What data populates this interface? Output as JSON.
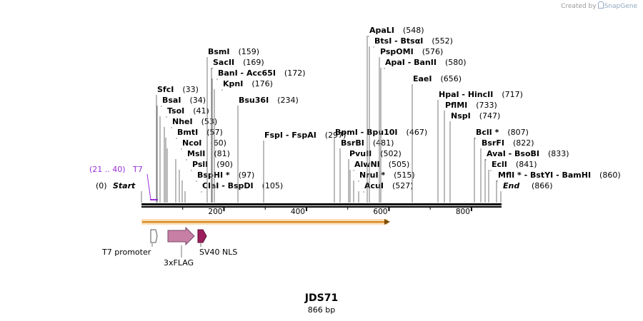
{
  "credit": {
    "prefix": "Created by",
    "brand": "SnapGene"
  },
  "plasmid": {
    "name": "JDS71",
    "size_label": "866 bp",
    "length": 866
  },
  "colors": {
    "label": "#000000",
    "primer": "#9a2fd6",
    "orf": "#f0a030",
    "arrow": "#7a4a00",
    "t7_promoter": "#ffffff",
    "flag": "#c77fa6",
    "sv40": "#9c1e5c"
  },
  "ruler": {
    "ticks": [
      "200",
      "400",
      "600",
      "800"
    ]
  },
  "sites": [
    {
      "name": "Start",
      "pos": "(0)",
      "italic": true
    },
    {
      "name": "SfcI",
      "pos": "(33)"
    },
    {
      "name": "BsaI",
      "pos": "(34)"
    },
    {
      "name": "TsoI",
      "pos": "(41)"
    },
    {
      "name": "NheI",
      "pos": "(53)"
    },
    {
      "name": "BmtI",
      "pos": "(57)"
    },
    {
      "name": "NcoI",
      "pos": "(60)"
    },
    {
      "name": "MslI",
      "pos": "(81)"
    },
    {
      "name": "PslI",
      "pos": "(90)"
    },
    {
      "name": "BspHI *",
      "pos": "(97)"
    },
    {
      "name": "ClaI  -  BspDI",
      "pos": "(105)"
    },
    {
      "name": "BsmI",
      "pos": "(159)"
    },
    {
      "name": "SacII",
      "pos": "(169)"
    },
    {
      "name": "BanI  -  Acc65I",
      "pos": "(172)"
    },
    {
      "name": "KpnI",
      "pos": "(176)"
    },
    {
      "name": "Bsu36I",
      "pos": "(234)"
    },
    {
      "name": "FspI  -  FspAI",
      "pos": "(297)"
    },
    {
      "name": "BpmI  -  Bpu10I",
      "pos": "(467)"
    },
    {
      "name": "BsrBI",
      "pos": "(481)"
    },
    {
      "name": "PvuII",
      "pos": "(502)"
    },
    {
      "name": "AlwNI",
      "pos": "(505)"
    },
    {
      "name": "NruI *",
      "pos": "(515)"
    },
    {
      "name": "AcuI",
      "pos": "(527)"
    },
    {
      "name": "ApaLI",
      "pos": "(548)"
    },
    {
      "name": "BtsI  -  BtsαI",
      "pos": "(552)"
    },
    {
      "name": "PspOMI",
      "pos": "(576)"
    },
    {
      "name": "ApaI  -  BanII",
      "pos": "(580)"
    },
    {
      "name": "EaeI",
      "pos": "(656)"
    },
    {
      "name": "HpaI  -  HincII",
      "pos": "(717)"
    },
    {
      "name": "PflMI",
      "pos": "(733)"
    },
    {
      "name": "NspI",
      "pos": "(747)"
    },
    {
      "name": "BclI *",
      "pos": "(807)"
    },
    {
      "name": "BsrFI",
      "pos": "(822)"
    },
    {
      "name": "AvaI  -  BsoBI",
      "pos": "(833)"
    },
    {
      "name": "EclI",
      "pos": "(841)"
    },
    {
      "name": "MflI *  -  BstYI  -  BamHI",
      "pos": "(860)"
    },
    {
      "name": "End",
      "pos": "(866)",
      "italic": true
    }
  ],
  "primer": {
    "range": "(21 .. 40)",
    "name": "T7"
  },
  "features": [
    {
      "name": "T7 promoter",
      "kind": "promoter"
    },
    {
      "name": "3xFLAG",
      "kind": "tag"
    },
    {
      "name": "SV40 NLS",
      "kind": "nls"
    }
  ]
}
